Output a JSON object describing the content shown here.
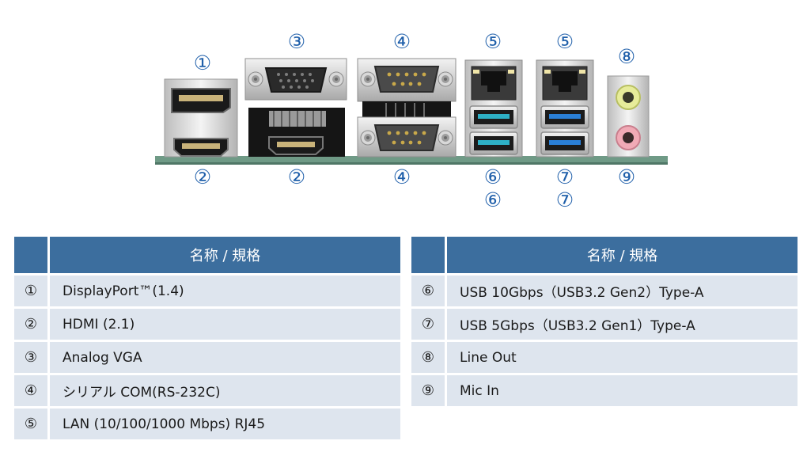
{
  "callouts": {
    "c1": "①",
    "c2a": "②",
    "c2b": "②",
    "c3": "③",
    "c4a": "④",
    "c4b": "④",
    "c5a": "⑤",
    "c5b": "⑤",
    "c6a": "⑥",
    "c6b": "⑥",
    "c7a": "⑦",
    "c7b": "⑦",
    "c8": "⑧",
    "c9": "⑨"
  },
  "left_table": {
    "header": "名称 / 規格",
    "rows": [
      {
        "num": "①",
        "desc": "DisplayPort™(1.4)"
      },
      {
        "num": "②",
        "desc": "HDMI (2.1)"
      },
      {
        "num": "③",
        "desc": "Analog VGA"
      },
      {
        "num": "④",
        "desc": "シリアル COM(RS-232C)"
      },
      {
        "num": "⑤",
        "desc": "LAN (10/100/1000 Mbps) RJ45"
      }
    ]
  },
  "right_table": {
    "header": "名称 / 規格",
    "rows": [
      {
        "num": "⑥",
        "desc": "USB 10Gbps（USB3.2 Gen2）Type-A"
      },
      {
        "num": "⑦",
        "desc": "USB 5Gbps（USB3.2 Gen1）Type-A"
      },
      {
        "num": "⑧",
        "desc": "Line Out"
      },
      {
        "num": "⑨",
        "desc": "Mic In"
      }
    ]
  },
  "colors": {
    "callout": "#1f5faa",
    "header_bg": "#3c6e9e",
    "row_bg": "#dee5ee",
    "pcb": "#6f9a86",
    "usb_blue": "#2a7fd6",
    "usb_teal": "#2eb1c6"
  },
  "icons": [
    "displayport-connector-icon",
    "hdmi-connector-icon",
    "vga-connector-icon",
    "serial-db9-connector-icon",
    "rj45-lan-icon",
    "usb-a-icon",
    "audio-jack-icon"
  ]
}
